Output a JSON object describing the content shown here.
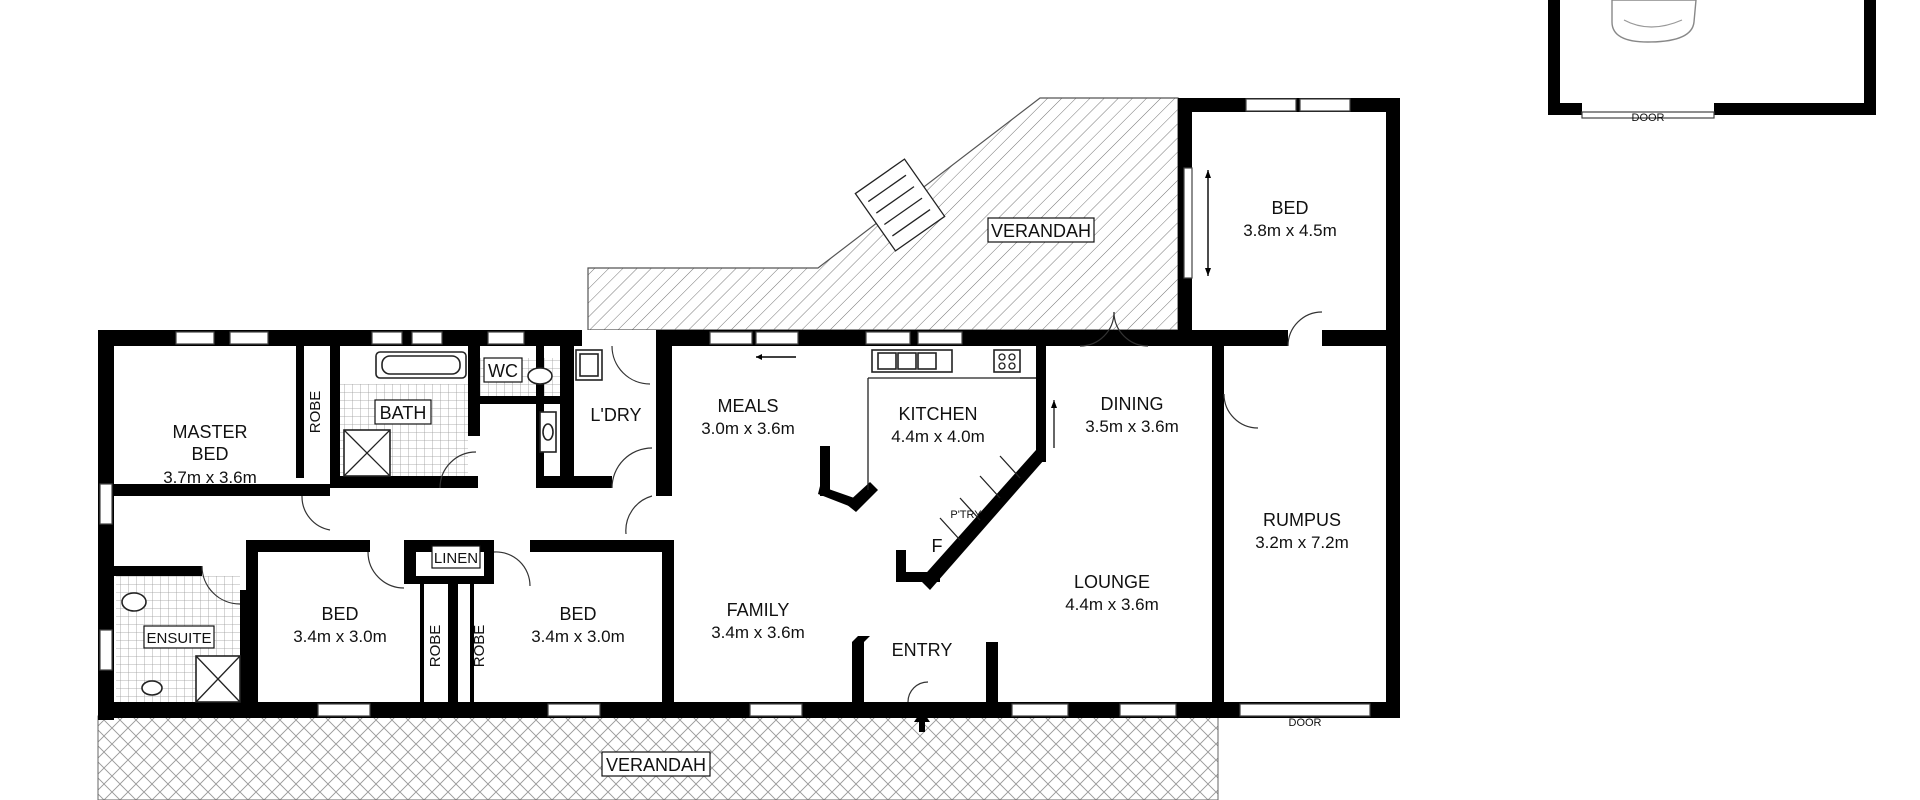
{
  "rooms": {
    "master_bed": {
      "name_line1": "MASTER",
      "name_line2": "BED",
      "size": "3.7m x 3.6m"
    },
    "robe_master": {
      "name": "ROBE"
    },
    "bath": {
      "name": "BATH"
    },
    "wc": {
      "name": "WC"
    },
    "laundry": {
      "name": "L'DRY"
    },
    "meals": {
      "name": "MEALS",
      "size": "3.0m x 3.6m"
    },
    "kitchen": {
      "name": "KITCHEN",
      "size": "4.4m x 4.0m"
    },
    "pantry": {
      "name": "P'TRY"
    },
    "fridge": {
      "name": "F"
    },
    "dining": {
      "name": "DINING",
      "size": "3.5m x 3.6m"
    },
    "bed_ne": {
      "name": "BED",
      "size": "3.8m x 4.5m"
    },
    "rumpus": {
      "name": "RUMPUS",
      "size": "3.2m x 7.2m"
    },
    "lounge": {
      "name": "LOUNGE",
      "size": "4.4m x 3.6m"
    },
    "family": {
      "name": "FAMILY",
      "size": "3.4m x 3.6m"
    },
    "entry": {
      "name": "ENTRY"
    },
    "linen": {
      "name": "LINEN"
    },
    "ensuite": {
      "name": "ENSUITE"
    },
    "bed_sw": {
      "name": "BED",
      "size": "3.4m x 3.0m"
    },
    "robe_sw": {
      "name": "ROBE"
    },
    "robe_s2": {
      "name": "ROBE"
    },
    "bed_s2": {
      "name": "BED",
      "size": "3.4m x 3.0m"
    },
    "verandah_north": {
      "name": "VERANDAH"
    },
    "verandah_south": {
      "name": "VERANDAH"
    }
  },
  "garage": {
    "door_label": "DOOR"
  },
  "rumpus_door_label": "DOOR"
}
